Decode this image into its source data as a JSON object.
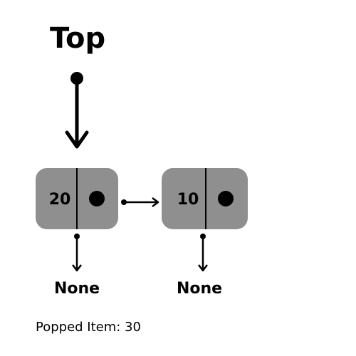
{
  "diagram": {
    "top_label": "Top",
    "nodes": [
      {
        "value": "20",
        "next_label": "None"
      },
      {
        "value": "10",
        "next_label": "None"
      }
    ],
    "status_text": "Popped Item: 30",
    "colors": {
      "node_fill": "#8f8f8f",
      "stroke": "#000000",
      "background": "#ffffff",
      "text": "#000000"
    }
  }
}
